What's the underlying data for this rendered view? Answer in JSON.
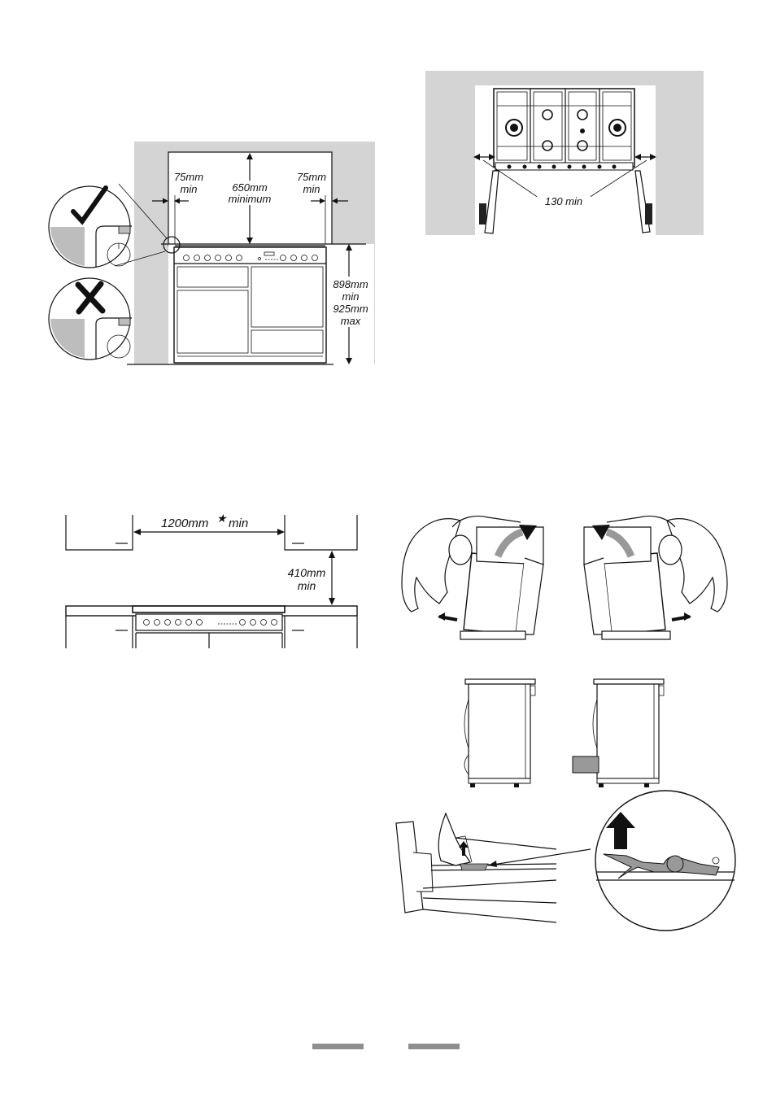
{
  "figure_clearance": {
    "left_gap": [
      "75mm",
      "min"
    ],
    "height_gap": [
      "650mm",
      "minimum"
    ],
    "right_gap": [
      "75mm",
      "min"
    ],
    "height_range": [
      "898mm",
      "min",
      "925mm",
      "max"
    ]
  },
  "figure_hob_clearance": {
    "side_gap": "130 min"
  },
  "figure_cabinet_spacing": {
    "width_label": "1200mm",
    "width_star": "★",
    "width_suffix": "min",
    "gap_height": [
      "410mm",
      "min"
    ]
  },
  "colors": {
    "wall": "#d4d4d4",
    "footer_bar": "#8f8f8f"
  },
  "icons": [
    "check-mark-icon",
    "cross-mark-icon",
    "lift-arrow-icon",
    "push-arrow-icon"
  ]
}
